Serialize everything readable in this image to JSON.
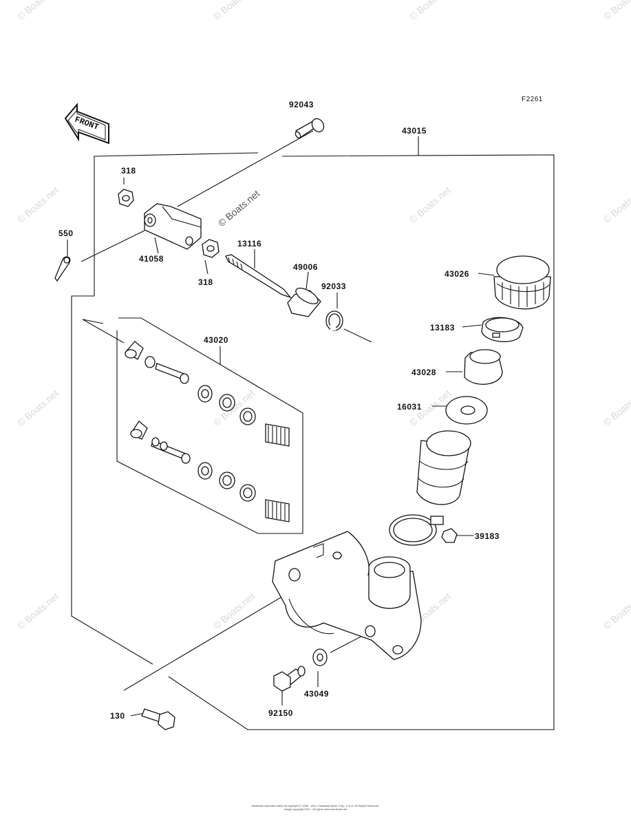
{
  "figure_code": "F2261",
  "front_label": "FRONT",
  "watermark": "© Boats.net",
  "callouts": {
    "c92043": "92043",
    "c43015": "43015",
    "c318a": "318",
    "c550": "550",
    "c41058": "41058",
    "c318b": "318",
    "c13116": "13116",
    "c49006": "49006",
    "c92033": "92033",
    "c43026": "43026",
    "c43020": "43020",
    "c13183": "13183",
    "c43028": "43028",
    "c16031": "16031",
    "c39183": "39183",
    "c43049": "43049",
    "c92150": "92150",
    "c130": "130"
  },
  "copyright_lines": [
    "Kawasaki materials within all copyright © 1996 - 2011, Kawasaki Motor Corp, U.S.A. All Rights Reserved.",
    "Image copyright 2011 - All rights reserved Boats.net"
  ]
}
